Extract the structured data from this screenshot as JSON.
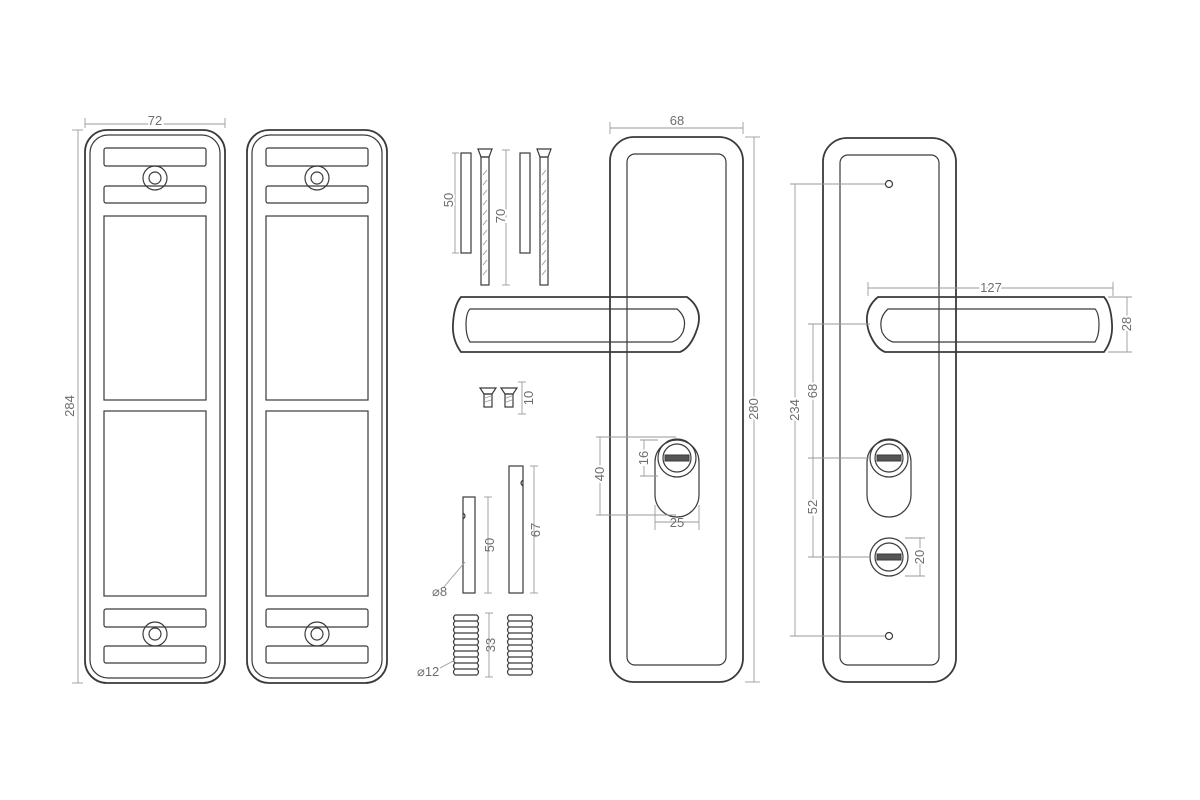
{
  "colors": {
    "line": "#3a3a3a",
    "dimension": "#9a9a9a",
    "text": "#6e6e6e",
    "background": "#ffffff"
  },
  "dimensions": {
    "backplate_width": "72",
    "backplate_height": "284",
    "plate_width": "68",
    "plate_height": "280",
    "pin_short": "50",
    "pin_long": "70",
    "screw_length": "10",
    "spindle_short": "50",
    "spindle_long": "67",
    "spindle_diameter": "⌀8",
    "spring_length": "33",
    "spring_diameter": "⌀12",
    "cylinder_hole_offset": "40",
    "cylinder_hole_top": "16",
    "cylinder_hole_width": "25",
    "lever_length": "127",
    "lever_height": "28",
    "mount_spacing": "234",
    "lever_to_key": "68",
    "key_to_thumbturn": "52",
    "thumbturn_size": "20"
  }
}
